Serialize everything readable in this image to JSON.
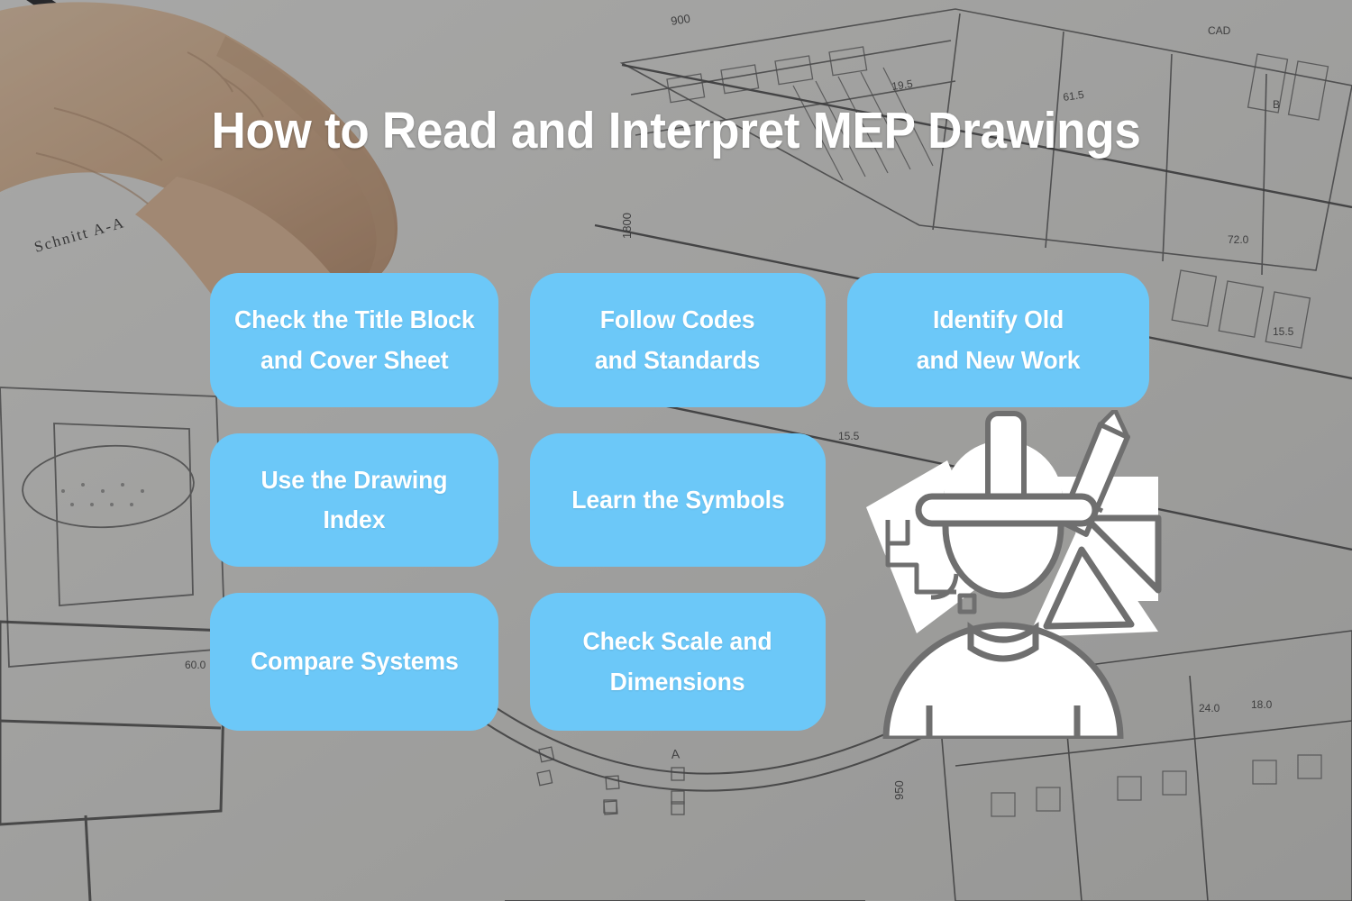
{
  "page": {
    "title": "How to Read and Interpret MEP Drawings",
    "background_description": "photo of a hand wearing a wristwatch holding a pen over grayscale architectural MEP drawings",
    "background_drawing_labels": [
      "Schnitt A-A",
      "1800",
      "900",
      "950",
      "61.5",
      "19.5",
      "15.5",
      "72.0",
      "60.0",
      "24.0",
      "18.0",
      "A"
    ]
  },
  "colors": {
    "card_fill": "#6CC8F8",
    "card_text": "#FFFFFF",
    "title_text": "#FFFFFF",
    "icon_fill": "#FFFFFF",
    "background_base": "#8F8F8C",
    "background_tint": "rgba(40,40,42,0.30)"
  },
  "cards": [
    {
      "id": "check-title-block",
      "label": "Check the Title Block\nand Cover Sheet",
      "row": 1,
      "col": 1
    },
    {
      "id": "follow-codes",
      "label": "Follow Codes\nand Standards",
      "row": 1,
      "col": 2
    },
    {
      "id": "identify-old-new",
      "label": "Identify Old\nand New Work",
      "row": 1,
      "col": 3
    },
    {
      "id": "use-drawing-index",
      "label": "Use the Drawing\nIndex",
      "row": 2,
      "col": 1
    },
    {
      "id": "learn-symbols",
      "label": "Learn the Symbols",
      "row": 2,
      "col": 2
    },
    {
      "id": "compare-systems",
      "label": "Compare Systems",
      "row": 3,
      "col": 1
    },
    {
      "id": "check-scale",
      "label": "Check Scale and\nDimensions",
      "row": 3,
      "col": 2
    }
  ],
  "icon": {
    "name": "construction-worker-blueprint-icon",
    "parts": [
      "hard-hat",
      "worker-head",
      "worker-torso",
      "blueprint-floor-plan",
      "pencil",
      "set-square-triangle"
    ]
  }
}
